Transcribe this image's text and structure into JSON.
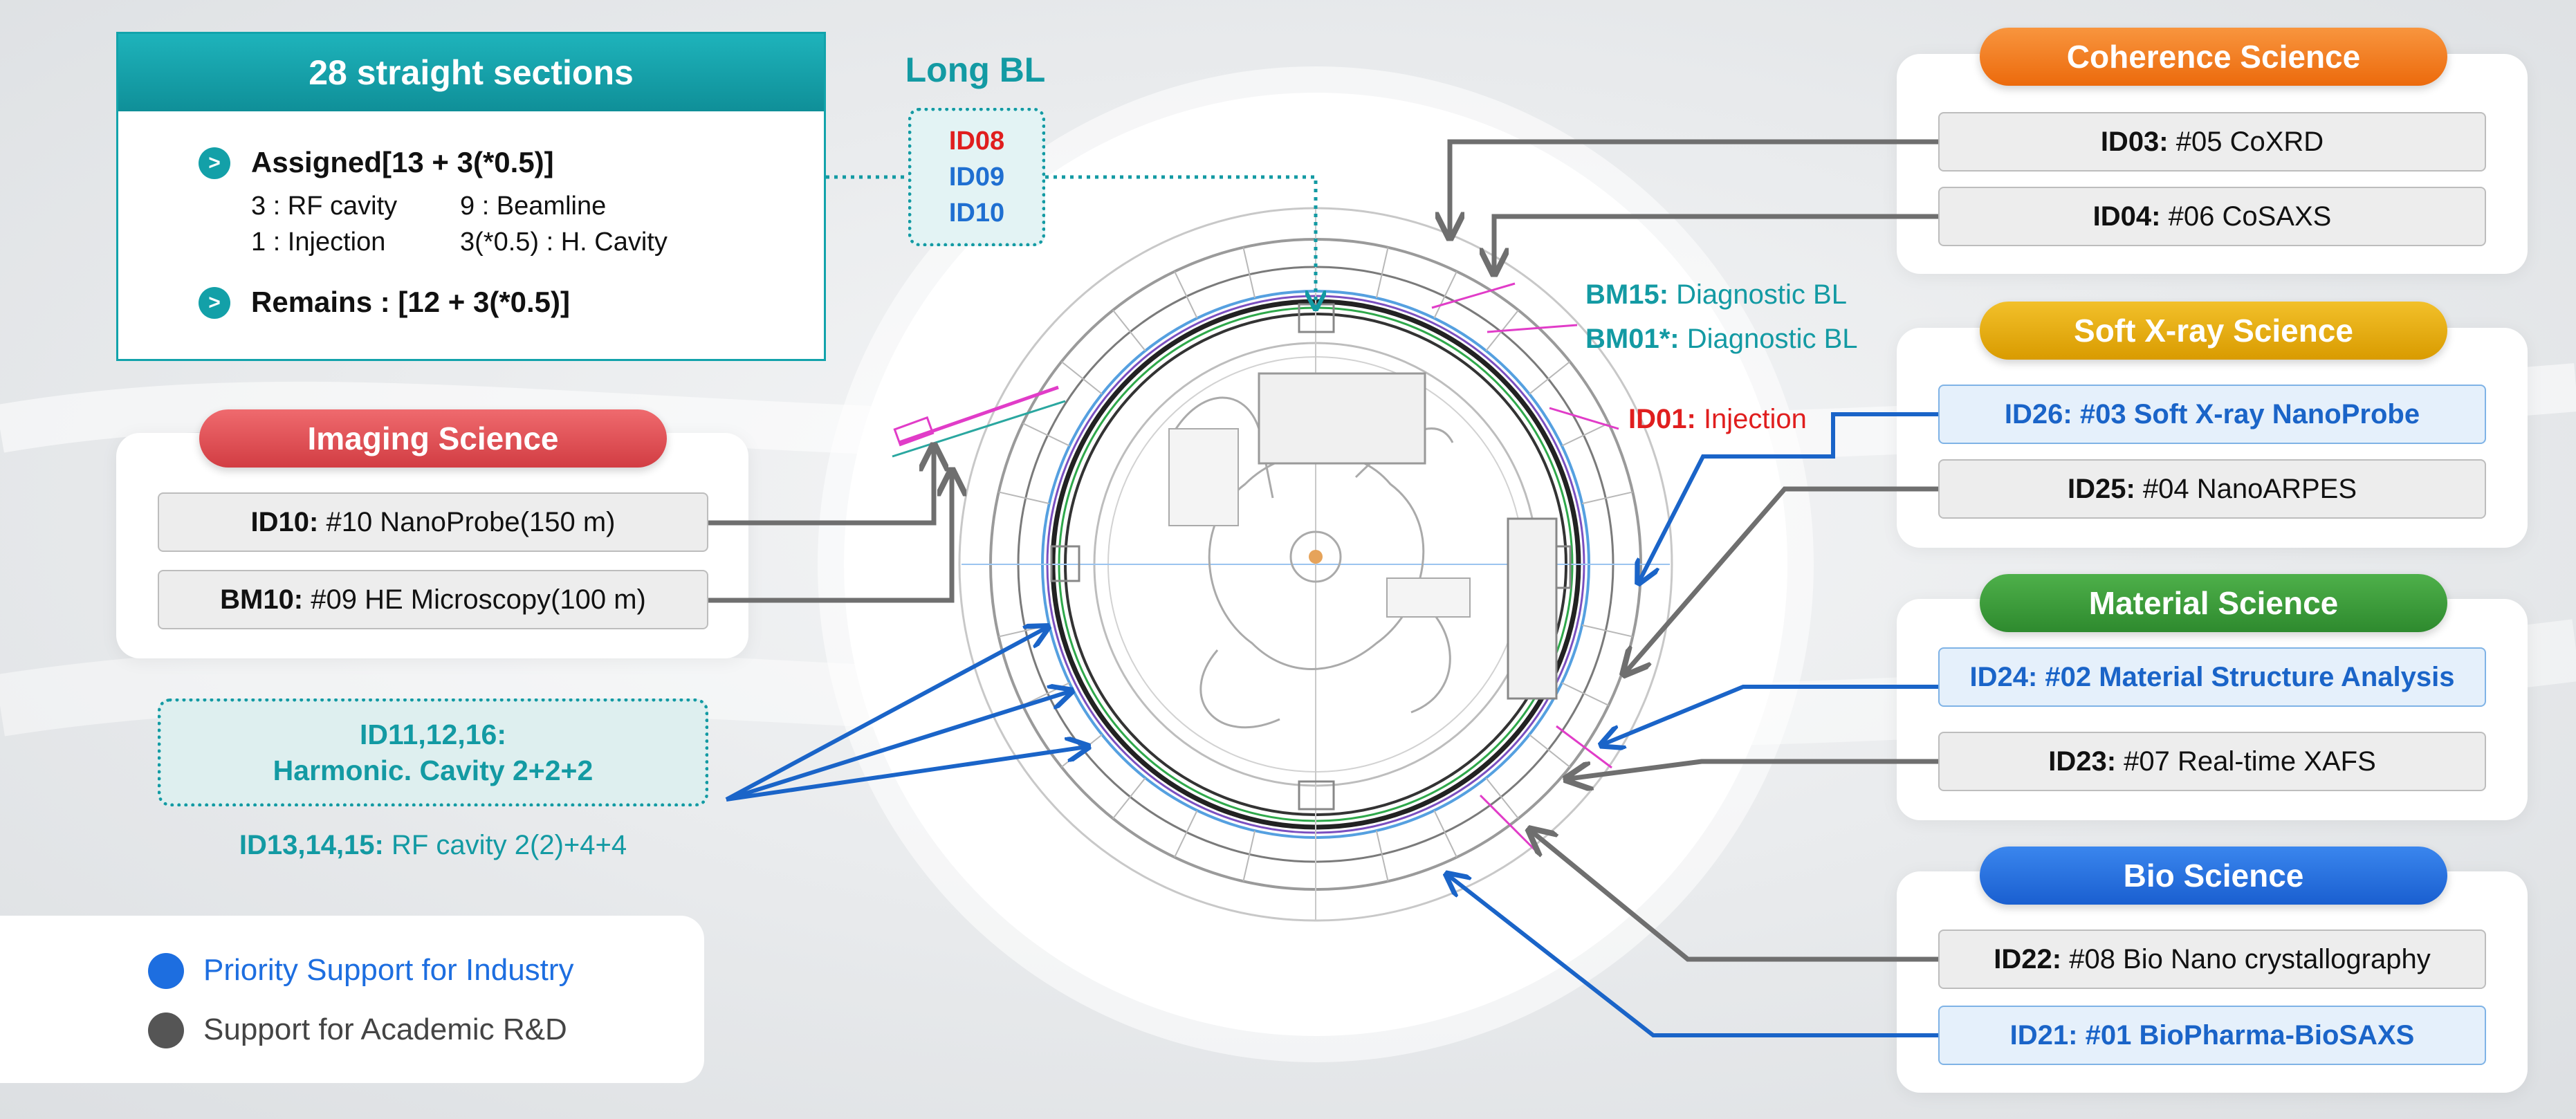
{
  "straight_sections": {
    "title": "28 straight sections",
    "bullet_icon": "chevron-right-icon",
    "assigned": "Assigned[13 + 3(*0.5)]",
    "rf_cavity": "3 : RF cavity",
    "beamline": "9 : Beamline",
    "injection": "1 : Injection",
    "h_cavity": "3(*0.5) : H. Cavity",
    "remains": "Remains : [12 + 3(*0.5)]"
  },
  "long_bl": {
    "title": "Long BL",
    "items": [
      {
        "label": "ID08",
        "color": "#e01e1e"
      },
      {
        "label": "ID09",
        "color": "#1f6fd1"
      },
      {
        "label": "ID10",
        "color": "#1f6fd1"
      }
    ]
  },
  "ring_labels": {
    "bm15_code": "BM15:",
    "bm15_text": "Diagnostic BL",
    "bm01_code": "BM01*:",
    "bm01_text": "Diagnostic BL",
    "id01_code": "ID01:",
    "id01_text": "Injection"
  },
  "imaging": {
    "title": "Imaging Science",
    "color": "#e0494f",
    "entries": [
      {
        "code": "ID10:",
        "text": "#10 NanoProbe(150 m)"
      },
      {
        "code": "BM10:",
        "text": "#09 HE Microscopy(100 m)"
      }
    ]
  },
  "harmonic": {
    "line1": "ID11,12,16:",
    "line2": "Harmonic. Cavity 2+2+2"
  },
  "rf_cavity": {
    "code": "ID13,14,15:",
    "text": "RF cavity 2(2)+4+4"
  },
  "coherence": {
    "title": "Coherence Science",
    "color": "#f27a1a",
    "entries": [
      {
        "code": "ID03:",
        "text": "#05 CoXRD"
      },
      {
        "code": "ID04:",
        "text": "#06 CoSAXS"
      }
    ]
  },
  "soft_xray": {
    "title": "Soft X-ray Science",
    "color": "#e6ac0c",
    "entries": [
      {
        "code": "ID26:",
        "text": "#03 Soft X-ray NanoProbe"
      },
      {
        "code": "ID25:",
        "text": "#04 NanoARPES"
      }
    ]
  },
  "material": {
    "title": "Material Science",
    "color": "#3a9a3a",
    "entries": [
      {
        "code": "ID24:",
        "text": "#02 Material Structure Analysis"
      },
      {
        "code": "ID23:",
        "text": "#07 Real-time XAFS"
      }
    ]
  },
  "bio": {
    "title": "Bio Science",
    "color": "#1d6ee0",
    "entries": [
      {
        "code": "ID22:",
        "text": "#08 Bio Nano crystallography"
      },
      {
        "code": "ID21:",
        "text": "#01 BioPharma-BioSAXS"
      }
    ]
  },
  "legend": {
    "priority": {
      "label": "Priority Support for Industry",
      "color": "#1d6ee0"
    },
    "academic": {
      "label": "Support for Academic R&D",
      "color": "#555555"
    }
  },
  "colors": {
    "teal": "#139aa3",
    "priority_blue": "#1a64c8",
    "arrow_gray": "#6f6f6f",
    "injection_red": "#e01e1e"
  }
}
